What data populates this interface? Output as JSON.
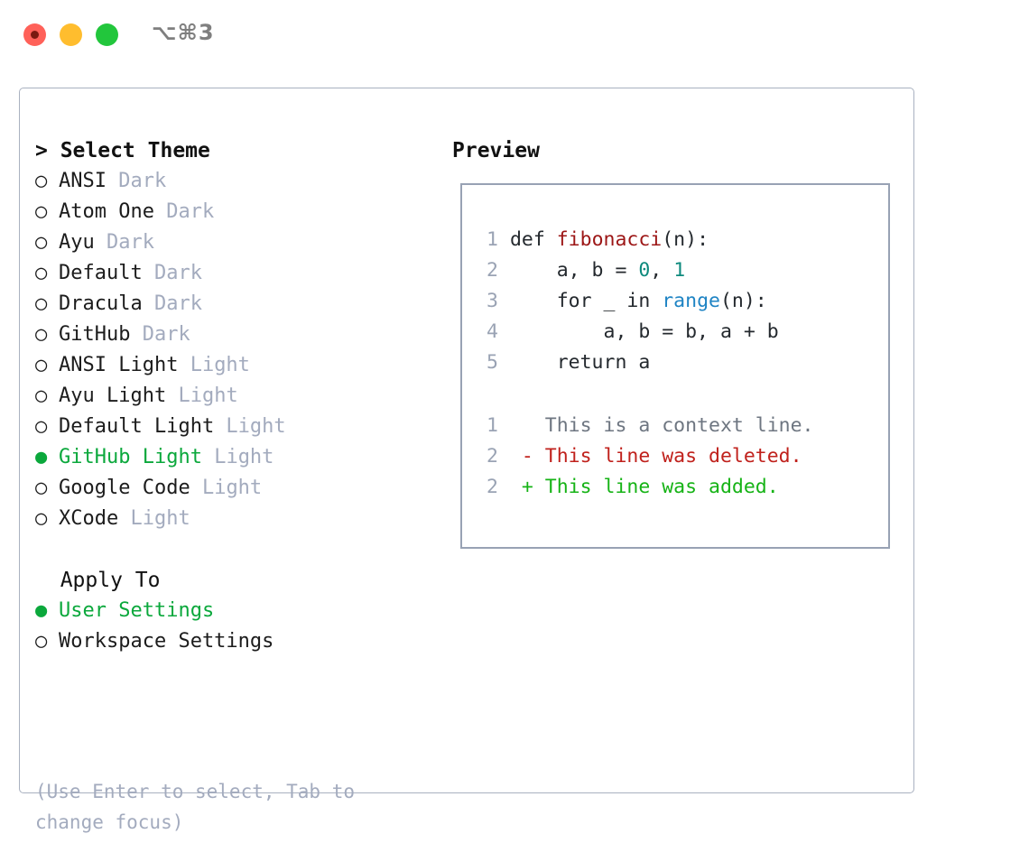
{
  "titlebar": {
    "shortcut": "⌥⌘3",
    "buttons": [
      {
        "name": "close",
        "color": "#ff6159"
      },
      {
        "name": "minimize",
        "color": "#ffbd2e"
      },
      {
        "name": "maximize",
        "color": "#22c63c"
      }
    ]
  },
  "theme_section": {
    "heading": "Select Theme",
    "heading_prefix": "> ",
    "active": true,
    "options": [
      {
        "marker": "○",
        "label": "ANSI",
        "variant": "Dark",
        "selected": false
      },
      {
        "marker": "○",
        "label": "Atom One",
        "variant": "Dark",
        "selected": false
      },
      {
        "marker": "○",
        "label": "Ayu",
        "variant": "Dark",
        "selected": false
      },
      {
        "marker": "○",
        "label": "Default",
        "variant": "Dark",
        "selected": false
      },
      {
        "marker": "○",
        "label": "Dracula",
        "variant": "Dark",
        "selected": false
      },
      {
        "marker": "○",
        "label": "GitHub",
        "variant": "Dark",
        "selected": false
      },
      {
        "marker": "○",
        "label": "ANSI Light",
        "variant": "Light",
        "selected": false
      },
      {
        "marker": "○",
        "label": "Ayu Light",
        "variant": "Light",
        "selected": false
      },
      {
        "marker": "○",
        "label": "Default Light",
        "variant": "Light",
        "selected": false
      },
      {
        "marker": "●",
        "label": "GitHub Light",
        "variant": "Light",
        "selected": true
      },
      {
        "marker": "○",
        "label": "Google Code",
        "variant": "Light",
        "selected": false
      },
      {
        "marker": "○",
        "label": "XCode",
        "variant": "Light",
        "selected": false
      }
    ]
  },
  "apply_section": {
    "heading": "Apply To",
    "heading_prefix": "  ",
    "active": false,
    "options": [
      {
        "marker": "●",
        "label": "User Settings",
        "variant": "",
        "selected": true
      },
      {
        "marker": "○",
        "label": "Workspace Settings",
        "variant": "",
        "selected": false
      }
    ]
  },
  "hint": "(Use Enter to select, Tab to change focus)",
  "preview": {
    "title": "Preview",
    "code_lines": [
      {
        "number": "1",
        "tokens": [
          {
            "text": "def ",
            "kind": "plain"
          },
          {
            "text": "fibonacci",
            "kind": "fn"
          },
          {
            "text": "(n):",
            "kind": "plain"
          }
        ]
      },
      {
        "number": "2",
        "tokens": [
          {
            "text": "    a, b = ",
            "kind": "plain"
          },
          {
            "text": "0",
            "kind": "num"
          },
          {
            "text": ", ",
            "kind": "plain"
          },
          {
            "text": "1",
            "kind": "num"
          }
        ]
      },
      {
        "number": "3",
        "tokens": [
          {
            "text": "    for _ in ",
            "kind": "plain"
          },
          {
            "text": "range",
            "kind": "call"
          },
          {
            "text": "(n):",
            "kind": "plain"
          }
        ]
      },
      {
        "number": "4",
        "tokens": [
          {
            "text": "        a, b = b, a + b",
            "kind": "plain"
          }
        ]
      },
      {
        "number": "5",
        "tokens": [
          {
            "text": "    return a",
            "kind": "plain"
          }
        ]
      }
    ],
    "diff_lines": [
      {
        "number": "1",
        "sign": " ",
        "text": " This is a context line.",
        "kind": "ctx"
      },
      {
        "number": "2",
        "sign": "-",
        "text": " This line was deleted.",
        "kind": "del"
      },
      {
        "number": "2",
        "sign": "+",
        "text": " This line was added.",
        "kind": "add"
      }
    ]
  },
  "colors": {
    "accent_green": "#0ba83c",
    "muted": "#a3abbe",
    "border": "#a9b1c0",
    "preview_border": "#98a2b4",
    "token_fn": "#9c1616",
    "token_num": "#0e8a7d",
    "token_call": "#1f84c4",
    "diff_add": "#16b316",
    "diff_del": "#c0211c",
    "diff_ctx": "#6e7681"
  }
}
